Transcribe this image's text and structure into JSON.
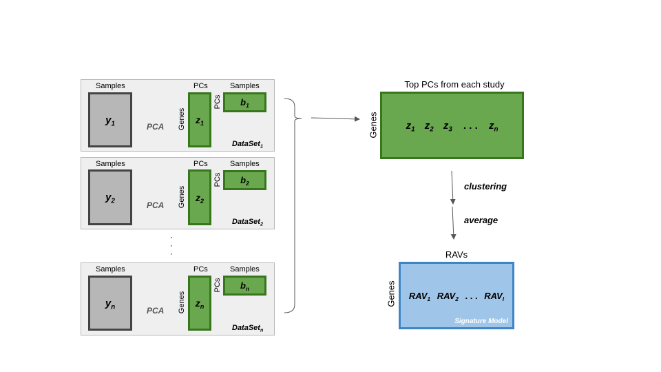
{
  "datasets": [
    {
      "y": "y",
      "y_sub": "1",
      "z": "z",
      "z_sub": "1",
      "b": "b",
      "b_sub": "1",
      "name": "DataSet",
      "name_sub": "1"
    },
    {
      "y": "y",
      "y_sub": "2",
      "z": "z",
      "z_sub": "2",
      "b": "b",
      "b_sub": "2",
      "name": "DataSet",
      "name_sub": "2"
    },
    {
      "y": "y",
      "y_sub": "n",
      "z": "z",
      "z_sub": "n",
      "b": "b",
      "b_sub": "n",
      "name": "DataSet",
      "name_sub": "n"
    }
  ],
  "labels": {
    "samples": "Samples",
    "pcs": "PCs",
    "genes": "Genes",
    "pca": "PCA",
    "dots": ". . ."
  },
  "top_pcs": {
    "title": "Top PCs from each study",
    "genes": "Genes",
    "items": [
      {
        "t": "z",
        "s": "1"
      },
      {
        "t": "z",
        "s": "2"
      },
      {
        "t": "z",
        "s": "3"
      }
    ],
    "ellipsis": ". . .",
    "last": {
      "t": "z",
      "s": "n"
    }
  },
  "steps": {
    "clustering": "clustering",
    "average": "average"
  },
  "ravs": {
    "title": "RAVs",
    "genes": "Genes",
    "items": [
      {
        "t": "RAV",
        "s": "1"
      },
      {
        "t": "RAV",
        "s": "2"
      }
    ],
    "ellipsis": ". . .",
    "last": {
      "t": "RAV",
      "s": "l"
    },
    "model_label": "Signature Model"
  },
  "colors": {
    "green_fill": "#6aa84f",
    "green_border": "#38761d",
    "gray_fill": "#b7b7b7",
    "gray_border": "#434343",
    "blue_fill": "#9fc5e8",
    "blue_border": "#3d85c6",
    "panel_bg": "#efefef"
  }
}
